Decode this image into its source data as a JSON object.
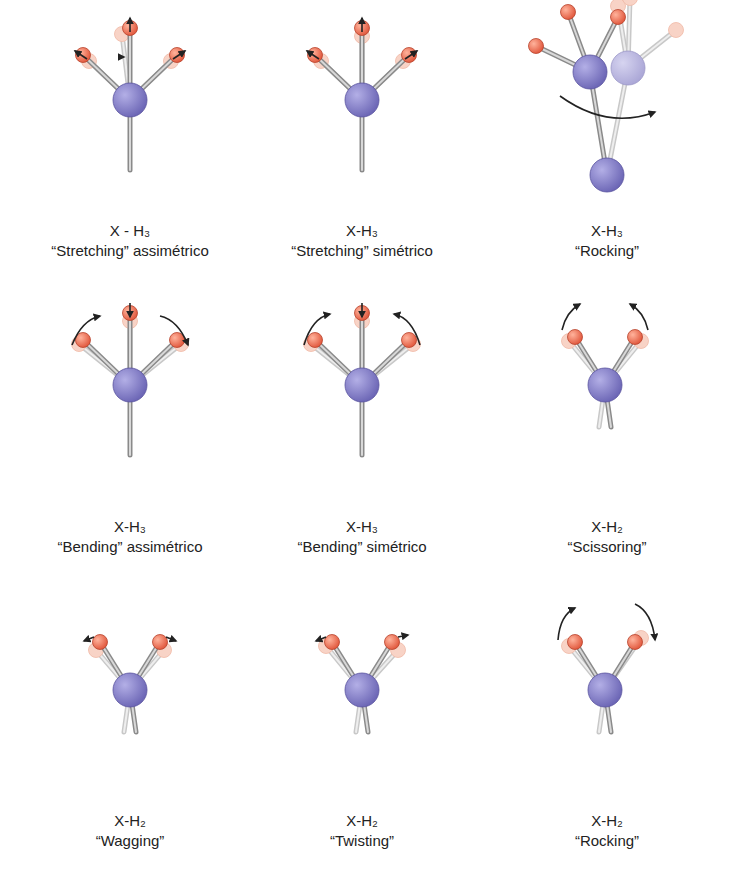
{
  "diagram": {
    "labels": [
      "X - H₃",
      "“Stretching” assimétrico",
      "X-H₃",
      "“Stretching” simétrico",
      "X-H₃",
      "“Rocking”",
      "X-H₃",
      "“Bending” assimétrico",
      "X-H₃",
      "“Bending” simétrico",
      "X-H₂",
      "“Scissoring”",
      "X-H₂",
      "“Wagging”",
      "X-H₂",
      "“Twisting”",
      "X-H₂",
      "“Rocking”"
    ]
  }
}
